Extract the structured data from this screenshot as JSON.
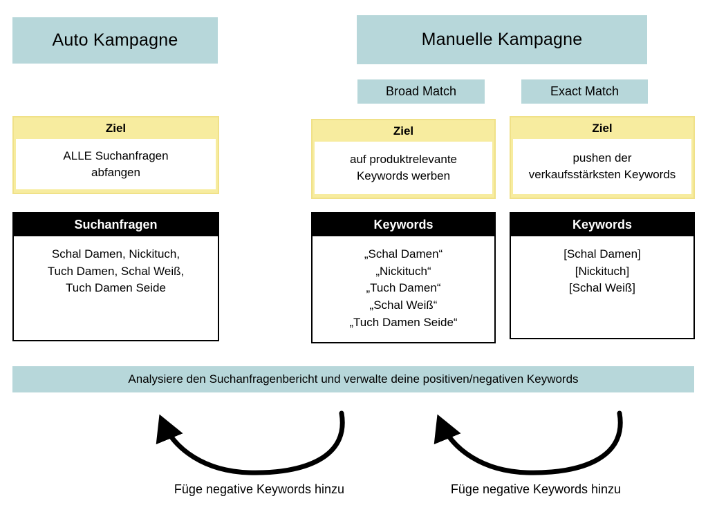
{
  "colors": {
    "teal": "#b7d7da",
    "yellow": "#f7ec9f",
    "black": "#000000",
    "white": "#ffffff"
  },
  "headers": {
    "auto_campaign": "Auto Kampagne",
    "manual_campaign": "Manuelle Kampagne",
    "broad_match": "Broad Match",
    "exact_match": "Exact Match"
  },
  "columns": [
    {
      "goal_label": "Ziel",
      "goal_text": "ALLE Suchanfragen\nabfangen",
      "list_header": "Suchanfragen",
      "list_text": "Schal Damen, Nickituch,\nTuch Damen, Schal Weiß,\nTuch Damen Seide"
    },
    {
      "goal_label": "Ziel",
      "goal_text": "auf produktrelevante\nKeywords werben",
      "list_header": "Keywords",
      "list_text": "„Schal Damen“\n„Nickituch“\n„Tuch Damen“\n„Schal Weiß“\n„Tuch Damen Seide“"
    },
    {
      "goal_label": "Ziel",
      "goal_text": "pushen der\nverkaufsstärksten Keywords",
      "list_header": "Keywords",
      "list_text": "[Schal Damen]\n[Nickituch]\n[Schal Weiß]"
    }
  ],
  "bottom_bar": "Analysiere den Suchanfragenbericht und verwalte deine positiven/negativen Keywords",
  "arrow_labels": {
    "left": "Füge negative Keywords hinzu",
    "right": "Füge negative Keywords hinzu"
  }
}
